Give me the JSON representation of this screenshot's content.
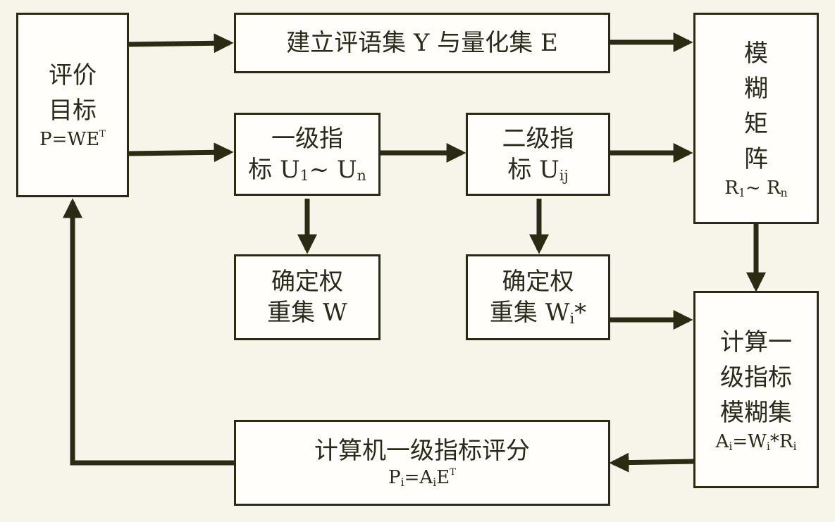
{
  "nodes": {
    "eval_goal": {
      "line1": "评价",
      "line2": "目标",
      "formula": [
        "P=WE",
        "T"
      ]
    },
    "build_sets": {
      "text": "建立评语集 Y 与量化集 E"
    },
    "level1_index": {
      "line1": "一级指",
      "line2": "标 U",
      "s1": "1",
      "tilde": "~ U",
      "s2": "n"
    },
    "level2_index": {
      "line1": "二级指",
      "line2": "标 U",
      "s1": "ij"
    },
    "fuzzy_matrix": {
      "c1": "模",
      "c2": "糊",
      "c3": "矩",
      "c4": "阵",
      "r": "R",
      "s1": "1",
      "tilde": "~ R",
      "s2": "n"
    },
    "weight_set_w": {
      "line1": "确定权",
      "line2": "重集 W"
    },
    "weight_set_wi": {
      "line1": "确定权",
      "line2": "重集 W",
      "s1": "i",
      "star": "*"
    },
    "compute_fuzzy_set": {
      "line1": "计算一",
      "line2": "级指标",
      "line3": "模糊集",
      "a": "A",
      "sa": "i",
      "eq": "=W",
      "sw": "i",
      "mid": "*R",
      "sr": "i"
    },
    "compute_score": {
      "line1": "计算机一级指标评分",
      "p": "P",
      "sp": "i",
      "eq": "=A",
      "sa": "i",
      "e": "E",
      "sup": "T"
    }
  }
}
